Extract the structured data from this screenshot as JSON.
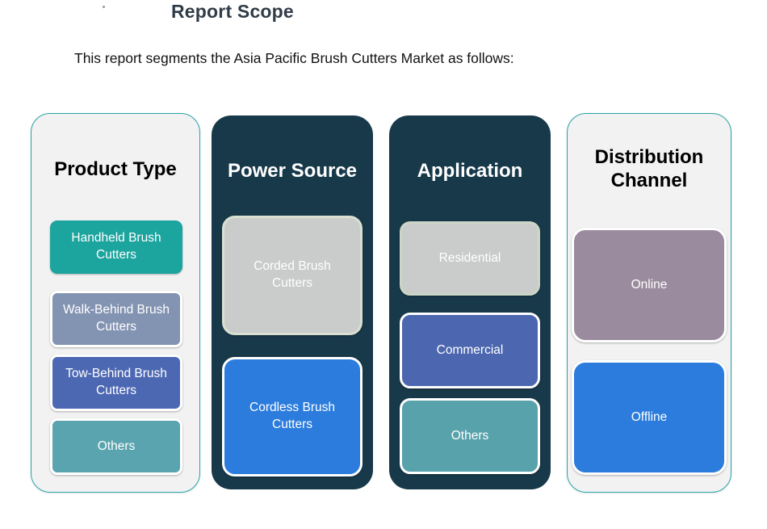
{
  "page": {
    "title": "Report Scope",
    "subtitle": "This report segments the Asia Pacific Brush Cutters Market as follows:"
  },
  "theme": {
    "dark_panel_bg": "#18394a",
    "light_panel_bg": "#f2f2f3",
    "light_panel_border": "#2aa4a6",
    "title_color": "#303c48"
  },
  "columns": [
    {
      "label": "Product Type",
      "style": "light",
      "items": [
        {
          "label": "Handheld Brush Cutters",
          "bg": "#1ca49e",
          "border": ""
        },
        {
          "label": "Walk-Behind Brush Cutters",
          "bg": "#8393b2",
          "border": "#ffffff"
        },
        {
          "label": "Tow-Behind Brush Cutters",
          "bg": "#4d68b3",
          "border": "#ffffff"
        },
        {
          "label": "Others",
          "bg": "#59a4ae",
          "border": "#ffffff"
        }
      ]
    },
    {
      "label": "Power Source",
      "style": "dark",
      "items": [
        {
          "label": "Corded Brush Cutters",
          "bg": "#c9cccb",
          "border": "#d9e0d1"
        },
        {
          "label": "Cordless Brush Cutters",
          "bg": "#2b7cdd",
          "border": "#ffffff"
        }
      ]
    },
    {
      "label": "Application",
      "style": "dark",
      "items": [
        {
          "label": "Residential",
          "bg": "#c9cccb",
          "border": "#ccd5c6"
        },
        {
          "label": "Commercial",
          "bg": "#4c67b0",
          "border": "#ffffff"
        },
        {
          "label": "Others",
          "bg": "#58a2ac",
          "border": "#ffffff"
        }
      ]
    },
    {
      "label": "Distribution Channel",
      "style": "light",
      "items": [
        {
          "label": "Online",
          "bg": "#9a8b9e",
          "border": "#ffffff"
        },
        {
          "label": "Offline",
          "bg": "#2b7cdd",
          "border": "#ffffff"
        }
      ]
    }
  ]
}
